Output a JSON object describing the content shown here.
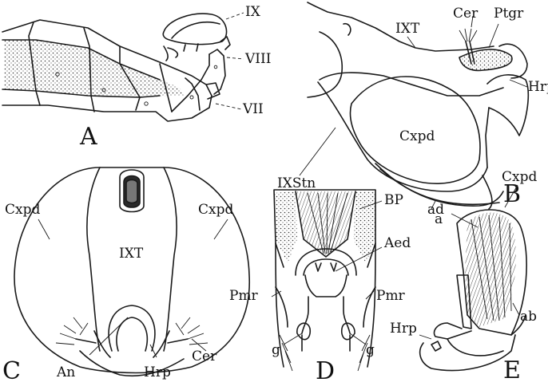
{
  "panels": {
    "A": {
      "letter": "A",
      "labels": [
        "IX",
        "VIII",
        "VII"
      ]
    },
    "B": {
      "letter": "B",
      "labels": [
        "IXT",
        "Cer",
        "Ptgr",
        "Hrp",
        "Cxpd",
        "IXStn",
        "a"
      ]
    },
    "C": {
      "letter": "C",
      "labels": [
        "Cxpd",
        "Cxpd",
        "IXT",
        "Cer",
        "An",
        "Hrp"
      ]
    },
    "D": {
      "letter": "D",
      "labels": [
        "BP",
        "Aed",
        "Pmr",
        "Pmr",
        "g",
        "g"
      ]
    },
    "E": {
      "letter": "E",
      "labels": [
        "Cxpd",
        "ad",
        "Hrp",
        "ab"
      ]
    }
  }
}
